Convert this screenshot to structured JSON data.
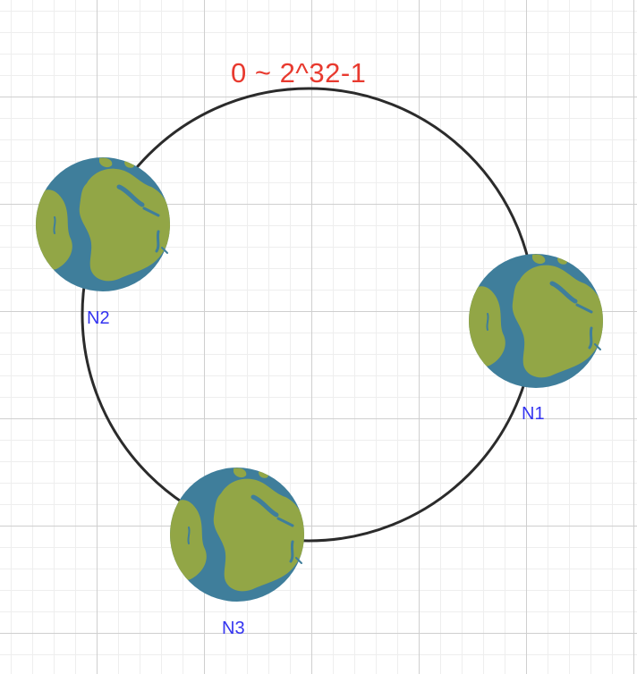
{
  "diagram": {
    "title": "0 ~ 2^32-1",
    "colors": {
      "ring": "#2b2b2b",
      "title": "#e83a2f",
      "label": "#3434f0",
      "ocean": "#3f7e9b",
      "land": "#92a646"
    },
    "nodes": [
      {
        "label": "N1",
        "icon": "earth-globe-icon"
      },
      {
        "label": "N2",
        "icon": "earth-globe-icon"
      },
      {
        "label": "N3",
        "icon": "earth-globe-icon"
      }
    ]
  }
}
